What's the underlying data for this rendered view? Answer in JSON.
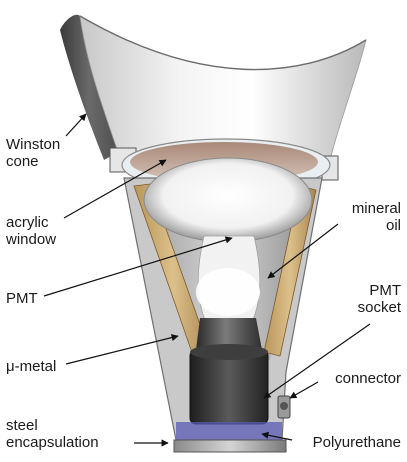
{
  "labels": {
    "winston_cone": [
      "Winston",
      "cone"
    ],
    "acrylic_window": [
      "acrylic",
      "window"
    ],
    "pmt": "PMT",
    "mu_metal": "μ-metal",
    "steel_encapsulation": [
      "steel",
      "encapsulation"
    ],
    "mineral_oil": [
      "mineral",
      "oil"
    ],
    "pmt_socket": [
      "PMT",
      "socket"
    ],
    "connector": "connector",
    "polyurethane": "Polyurethane"
  }
}
